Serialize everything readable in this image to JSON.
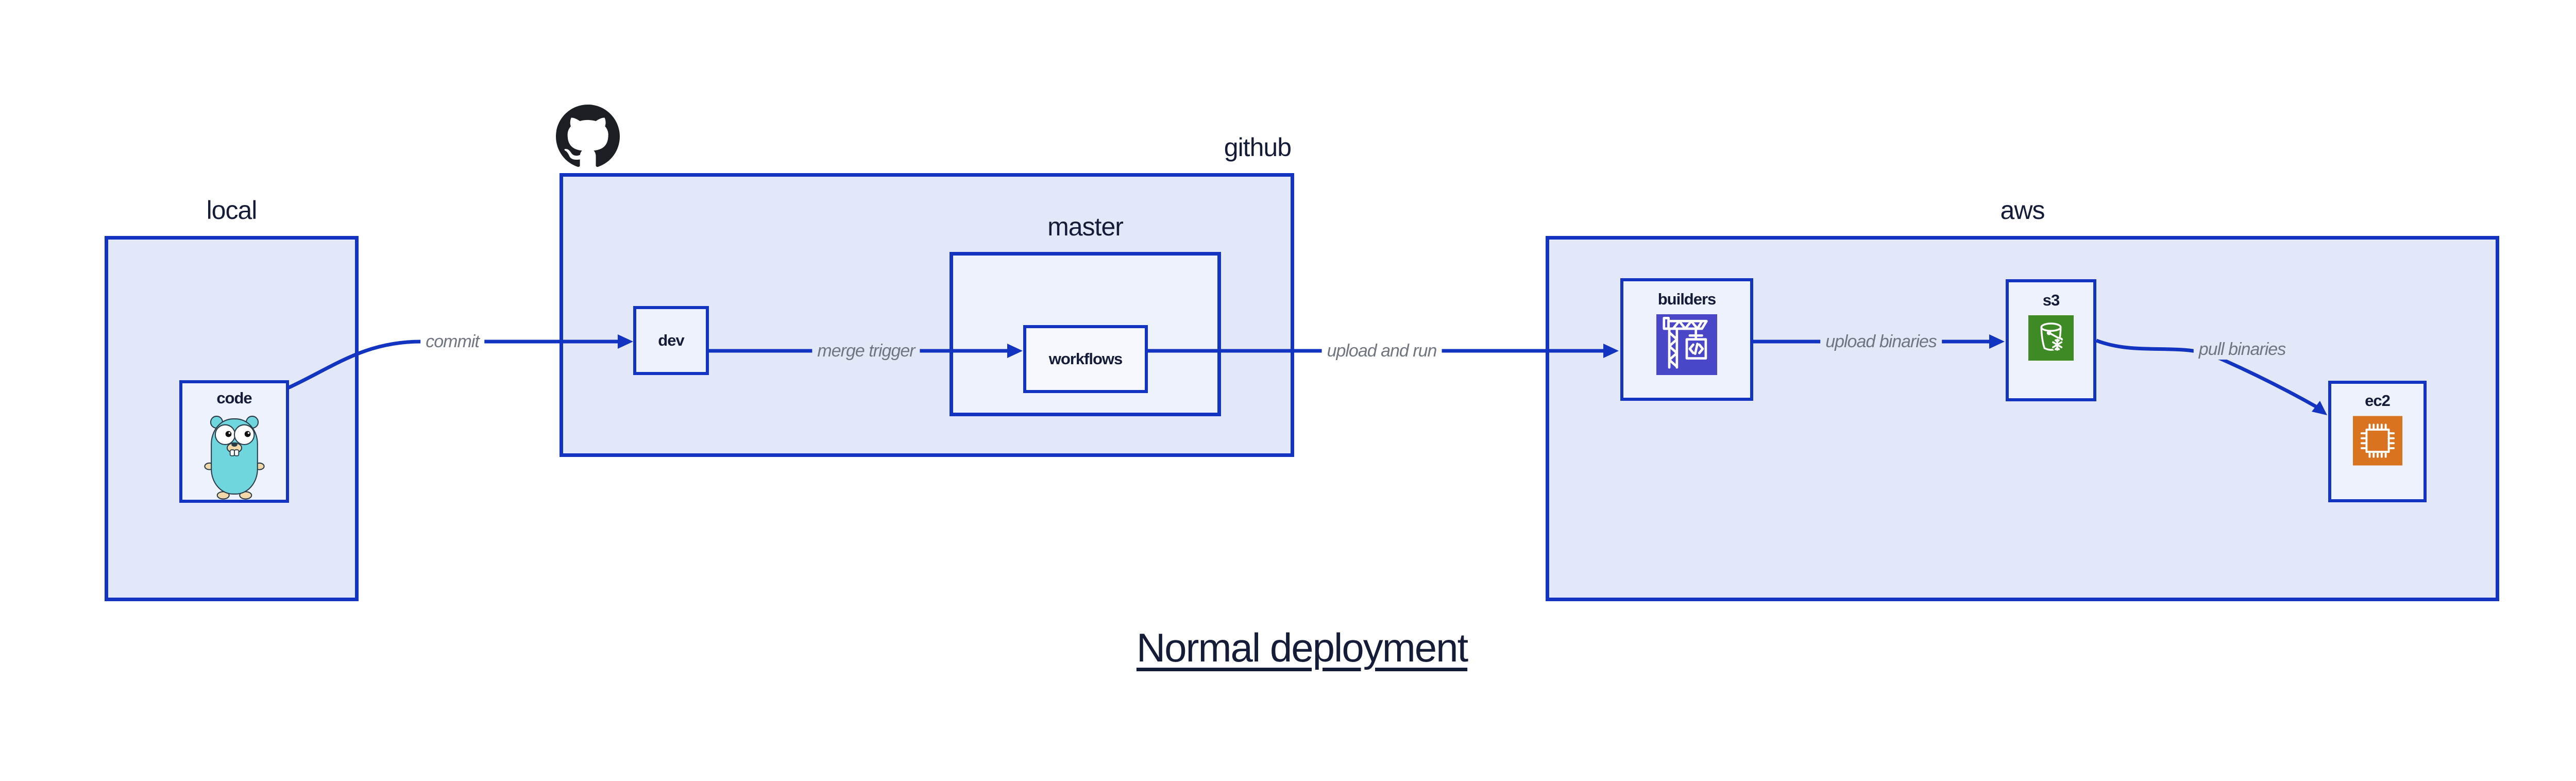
{
  "title": {
    "text": "Normal deployment"
  },
  "colors": {
    "border": "#1234c0",
    "arrow": "#1234c0",
    "groupFill": "#e2e8f8",
    "nodeFill": "#eef2fc",
    "nodeFill2": "#f6f8fe",
    "textDark": "#141c38",
    "edgeLabel": "#6f7680",
    "octocat": "#1b1f23",
    "builders": "#4a46c8",
    "s3": "#3e8a24",
    "ec2": "#d9731f",
    "gopherBody": "#6fd6dd",
    "gopherAccent": "#f2d7a9"
  },
  "groups": {
    "local": {
      "label": "local"
    },
    "github": {
      "label": "github"
    },
    "master": {
      "label": "master"
    },
    "aws": {
      "label": "aws"
    }
  },
  "nodes": {
    "code": {
      "label": "code"
    },
    "dev": {
      "label": "dev"
    },
    "workflows": {
      "label": "workflows"
    },
    "builders": {
      "label": "builders"
    },
    "s3": {
      "label": "s3"
    },
    "ec2": {
      "label": "ec2"
    }
  },
  "edges": {
    "commit": {
      "label": "commit"
    },
    "merge_trigger": {
      "label": "merge trigger"
    },
    "upload_and_run": {
      "label": "upload and run"
    },
    "upload_binaries": {
      "label": "upload binaries"
    },
    "pull_binaries": {
      "label": "pull binaries"
    }
  },
  "icons": {
    "code": "go-gopher-icon",
    "github": "github-octocat-icon",
    "builders": "crane-build-icon",
    "s3": "s3-bucket-snowflake-icon",
    "ec2": "ec2-chip-icon"
  }
}
